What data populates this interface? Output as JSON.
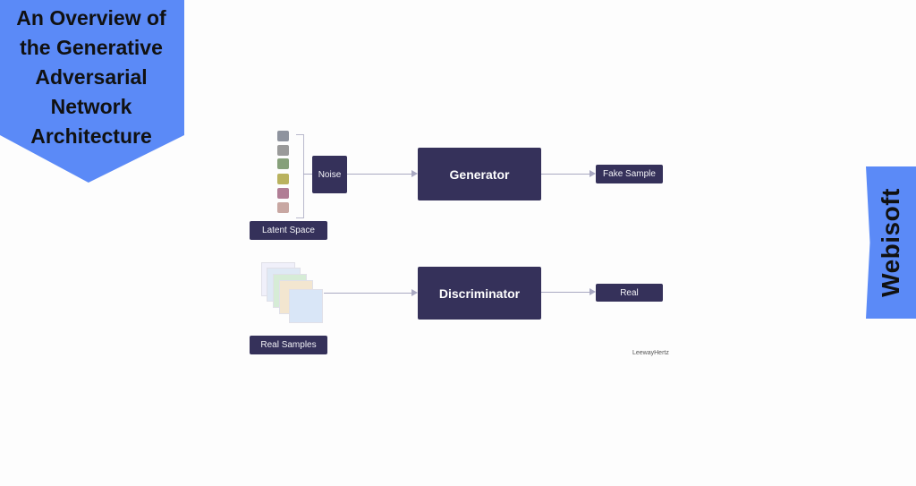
{
  "banner": {
    "lines": [
      "An Overview of",
      "the Generative",
      "Adversarial",
      "Network",
      "Architecture"
    ]
  },
  "brand": {
    "name": "Webisoft"
  },
  "diagram": {
    "noise_label": "Noise",
    "generator_label": "Generator",
    "fake_sample_label": "Fake Sample",
    "latent_space_label": "Latent Space",
    "discriminator_label": "Discriminator",
    "real_label": "Real",
    "real_samples_label": "Real Samples",
    "watermark": "LeewayHertz"
  },
  "colors": {
    "accent": "#5b8af7",
    "box": "#35315a",
    "swatches": [
      "#8e939e",
      "#9a9a9a",
      "#86a07a",
      "#b9b25e",
      "#b07d95",
      "#c8a7a2"
    ],
    "cards": [
      "#f0f0fa",
      "#dfe9f5",
      "#d6ecd6",
      "#f3e6d0",
      "#d9e6f7"
    ]
  }
}
